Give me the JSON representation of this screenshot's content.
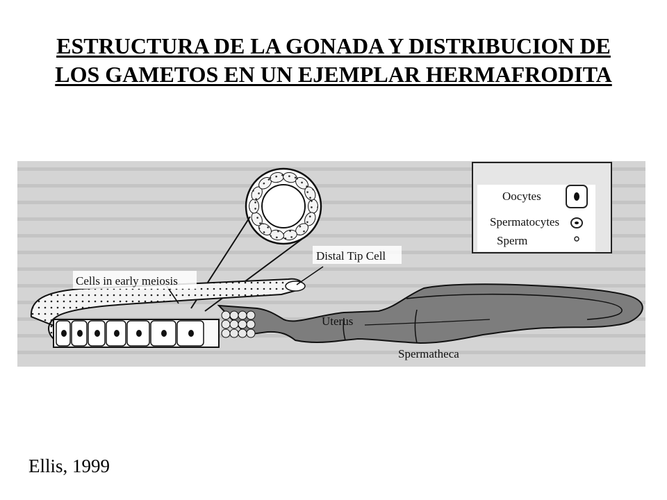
{
  "title": {
    "line1": "ESTRUCTURA DE LA GONADA Y DISTRIBUCION DE",
    "line2": "LOS GAMETOS EN UN EJEMPLAR HERMAFRODITA"
  },
  "diagram": {
    "labels": {
      "distal_tip_cell": "Distal Tip Cell",
      "cells_in_early_meiosis": "Cells in early meiosis",
      "uterus": "Uterus",
      "spermatheca": "Spermatheca"
    },
    "legend": {
      "oocytes": "Oocytes",
      "spermatocytes": "Spermatocytes",
      "sperm": "Sperm"
    },
    "colors": {
      "tissue": "#7d7d7d",
      "page_background": "#d2d2d2",
      "ink": "#111111"
    }
  },
  "credit": "Ellis, 1999"
}
